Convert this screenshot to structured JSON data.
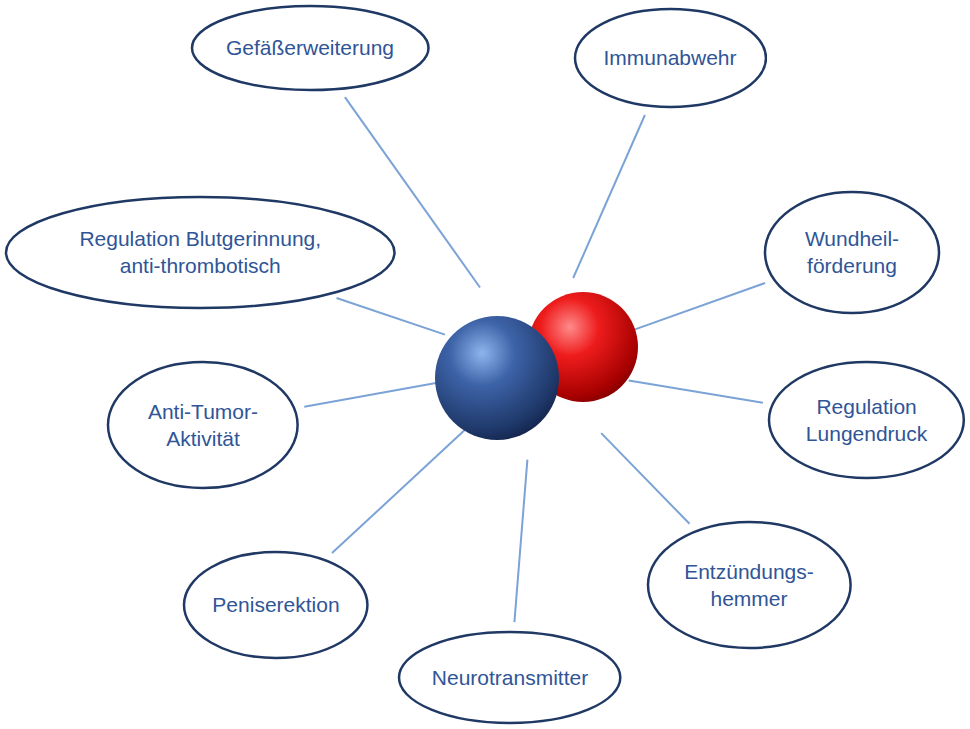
{
  "diagram": {
    "nodes": [
      {
        "text": [
          "Gefäßerweiterung"
        ]
      },
      {
        "text": [
          "Immunabwehr"
        ]
      },
      {
        "text": [
          "Regulation Blutgerinnung, anti-thrombotisch"
        ]
      },
      {
        "text": [
          "Wundheil- förderung"
        ]
      },
      {
        "text": [
          "Anti-Tumor- Aktivität"
        ]
      },
      {
        "text": [
          "Regulation Lungendruck"
        ]
      },
      {
        "text": [
          "Peniserektion"
        ]
      },
      {
        "text": [
          "Entzündungs- hemmer"
        ]
      },
      {
        "text": [
          "Neurotransmitter"
        ]
      }
    ]
  }
}
